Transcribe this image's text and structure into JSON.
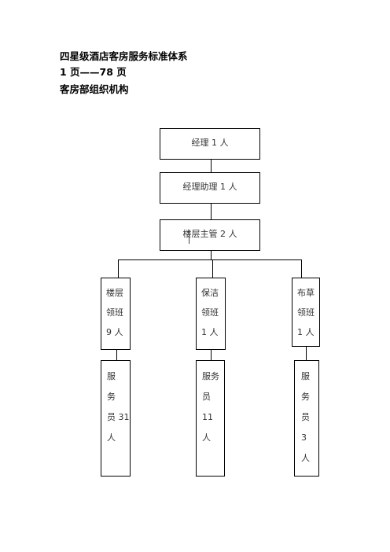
{
  "document": {
    "title": "四星级酒店客房服务标准体系",
    "page_range": "1 页——78 页",
    "section_title": "客房部组织机构"
  },
  "org_chart": {
    "manager": "经理 1 人",
    "assistant_manager": "经理助理 1 人",
    "floor_supervisor": "楼层主管 2 人",
    "leads": [
      {
        "lines": [
          "楼层",
          "领班",
          "9 人"
        ]
      },
      {
        "lines": [
          "保洁",
          "领班",
          "1 人"
        ]
      },
      {
        "lines": [
          "布草",
          "领班",
          "1 人"
        ]
      }
    ],
    "staff": [
      {
        "lines": [
          "服",
          "务",
          "员 31",
          "人"
        ]
      },
      {
        "lines": [
          "服务",
          "员",
          "11",
          "人"
        ]
      },
      {
        "lines": [
          "服",
          "务",
          "员",
          "3",
          "人"
        ]
      }
    ]
  }
}
